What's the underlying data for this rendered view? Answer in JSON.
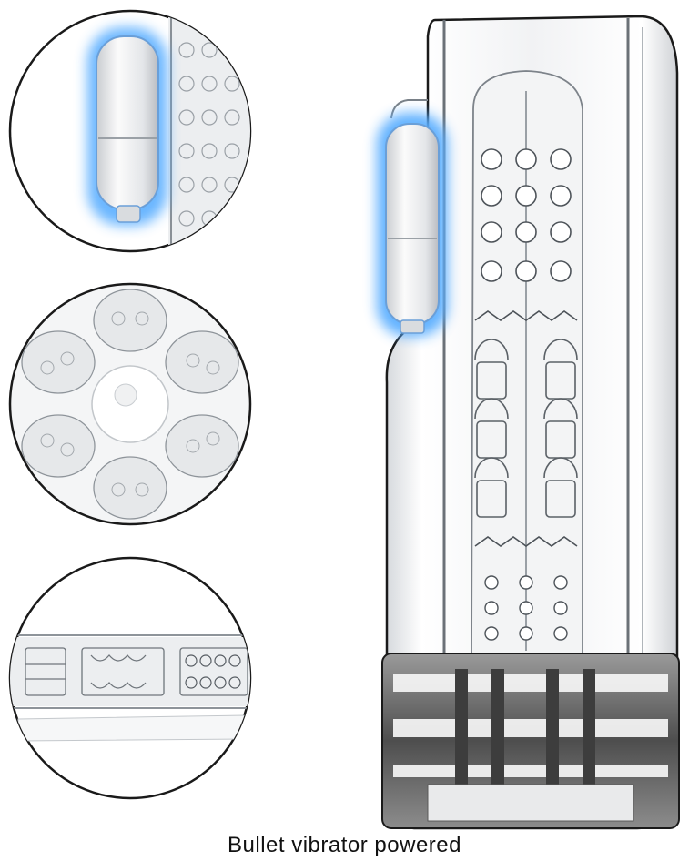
{
  "caption": "Bullet vibrator powered",
  "colors": {
    "glow": "#5aaeff",
    "outline": "#1a1a1a",
    "clear_body": "#eef0f2",
    "metal": "#6e6e6e",
    "background": "#ffffff"
  },
  "details": [
    {
      "name": "bullet-detail",
      "shows": "bullet-vibrator-icon"
    },
    {
      "name": "opening-detail",
      "shows": "radial-nubs-icon"
    },
    {
      "name": "canal-detail",
      "shows": "canal-texture-icon"
    }
  ]
}
